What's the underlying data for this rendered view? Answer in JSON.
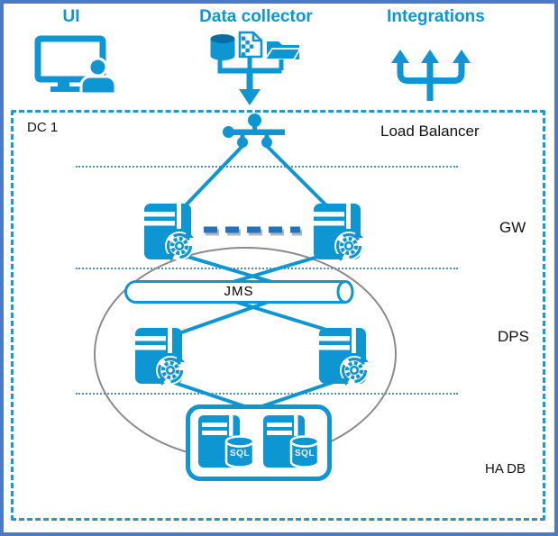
{
  "colors": {
    "accent_blue": "#0e96d2",
    "title_blue": "#0d96d4",
    "gw_link_dash_blue": "#2273bd",
    "separator_dot_blue": "#4a8fc7",
    "cluster_ellipse_gray": "#8a8a8a",
    "outer_border_blue": "#4a7bc8",
    "label_black": "#111111"
  },
  "header": {
    "ui": {
      "label": "UI"
    },
    "data_collector": {
      "label": "Data collector"
    },
    "integrations": {
      "label": "Integrations"
    }
  },
  "datacenter": {
    "name": "DC 1",
    "tiers": {
      "load_balancer": "Load Balancer",
      "gateway": "GW",
      "messaging": "JMS",
      "data_processing": "DPS",
      "database": "HA DB"
    },
    "sql_badge": "SQL"
  }
}
